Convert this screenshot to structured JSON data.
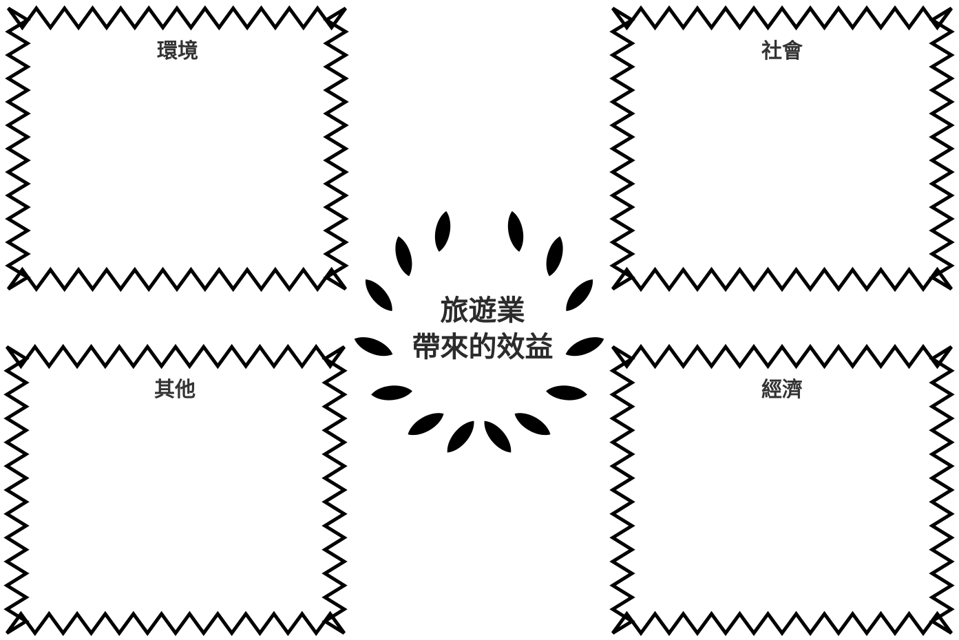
{
  "center": {
    "line1": "旅遊業",
    "line2": "帶來的效益"
  },
  "boxes": {
    "top_left": {
      "label": "環境"
    },
    "top_right": {
      "label": "社會"
    },
    "bottom_left": {
      "label": "其他"
    },
    "bottom_right": {
      "label": "經濟"
    }
  },
  "colors": {
    "border": "#000000",
    "leaf": "#000000",
    "text": "#2b2b2b"
  }
}
